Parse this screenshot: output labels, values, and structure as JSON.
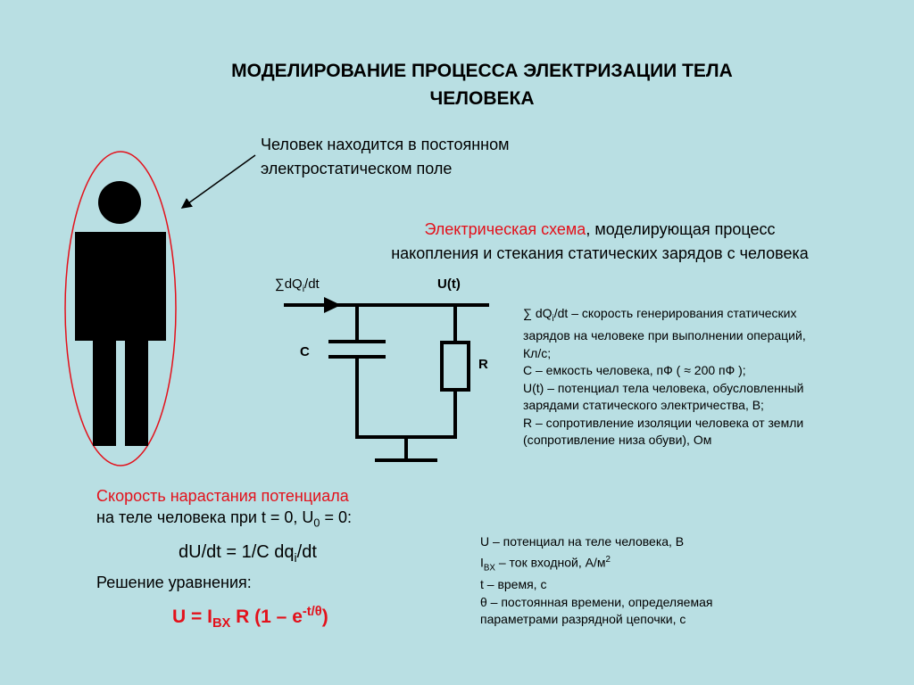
{
  "title": {
    "line1": "МОДЕЛИРОВАНИЕ ПРОЦЕССА ЭЛЕКТРИЗАЦИИ ТЕЛА",
    "line2": "ЧЕЛОВЕКА"
  },
  "human_caption": {
    "line1": "Человек находится в постоянном",
    "line2": "электростатическом поле"
  },
  "circuit_caption": {
    "highlight": "Электрическая схема",
    "rest1": ", моделирующая процесс",
    "line2": "накопления и стекания статических зарядов с человека"
  },
  "circuit": {
    "input_label_prefix": "∑dQ",
    "input_label_sub": "i",
    "input_label_suffix": "/dt",
    "voltage_label": "U(t)",
    "capacitor_label": "C",
    "resistor_label": "R"
  },
  "legend": {
    "line1_prefix": "∑ dQ",
    "line1_sub": "i",
    "line1_suffix": "/dt – скорость генерирования статических",
    "line2": "зарядов на человеке при выполнении операций,",
    "line3": "Кл/с;",
    "line4": "С – емкость человека, пФ ( ≈ 200 пФ );",
    "line5": "U(t) – потенциал тела человека, обусловленный",
    "line6": "зарядами статического электричества, В;",
    "line7": "R – сопротивление изоляции человека от земли",
    "line8": "(сопротивление низа обуви), Ом"
  },
  "rate": {
    "line1": "Скорость нарастания потенциала",
    "line2_prefix": "на теле человека при t = 0, U",
    "line2_sub": "0",
    "line2_suffix": " = 0:"
  },
  "equation1": {
    "prefix": "dU/dt = 1/C dq",
    "sub": "i",
    "suffix": "/dt"
  },
  "solution_label": "Решение уравнения:",
  "equation2": {
    "prefix": "U = I",
    "sub": "BX",
    "middle": " R (1 – e",
    "sup": "-t/θ",
    "suffix": ")"
  },
  "legend2": {
    "line1": "U – потенциал на теле человека, В",
    "line2_prefix": "I",
    "line2_sub": "BX",
    "line2_suffix": " – ток входной, А/м",
    "line2_sup": "2",
    "line3": "t – время, с",
    "line4": "θ – постоянная времени, определяемая",
    "line5": "параметрами разрядной цепочки, с"
  },
  "colors": {
    "background": "#b9dfe3",
    "accent_red": "#e3111b",
    "ink": "#000000"
  }
}
